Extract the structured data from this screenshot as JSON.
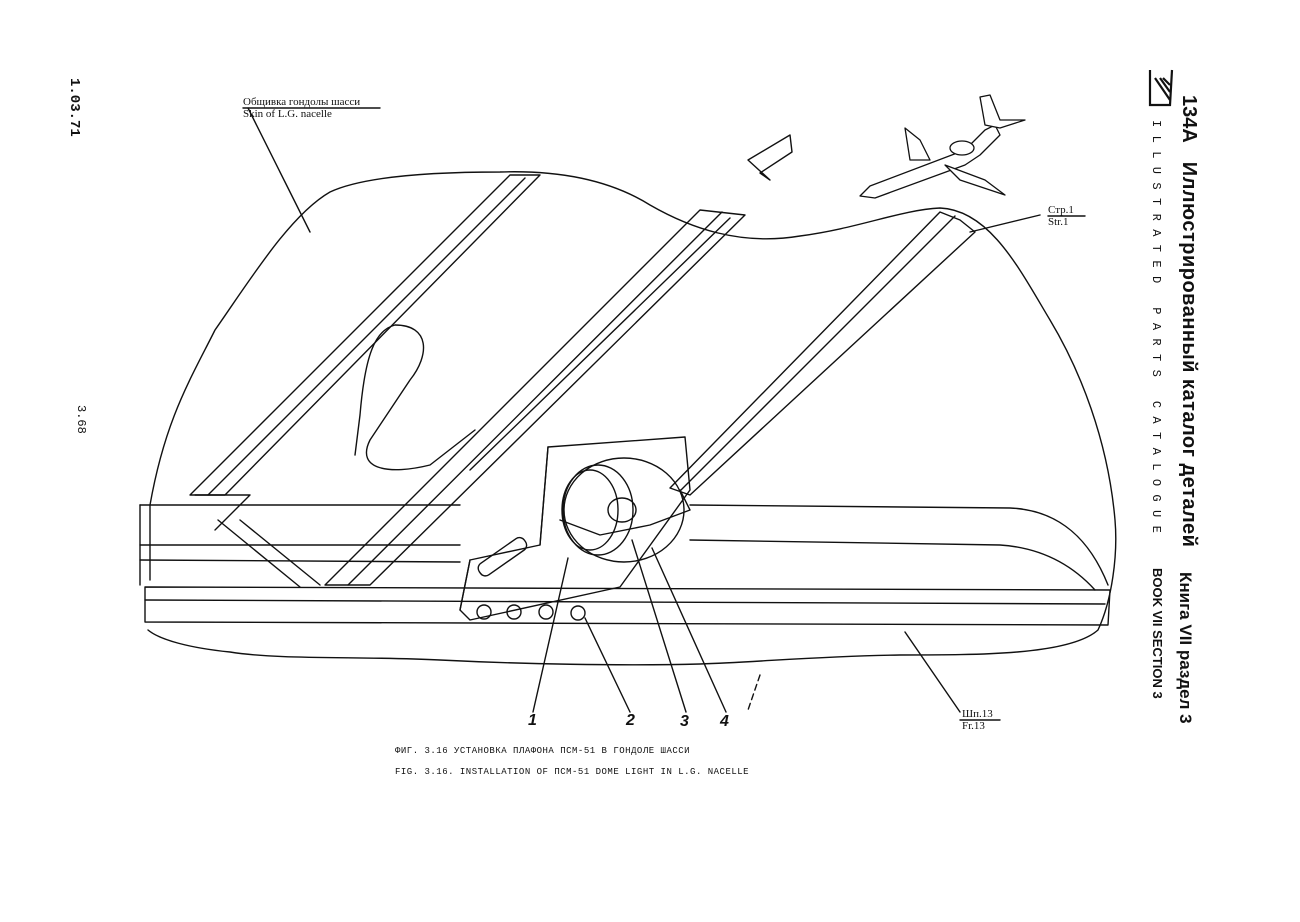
{
  "page": {
    "doc_code": "1.03.71",
    "page_number": "3.68"
  },
  "header": {
    "model": "134A",
    "title_ru": "Иллюстрированный каталог деталей",
    "title_en": "ILLUSTRATED PARTS CATALOGUE",
    "book_ru": "Книга VII раздел 3",
    "book_en": "BOOK VII SECTION 3"
  },
  "callouts": {
    "skin_ru": "Общивка гондолы шасси",
    "skin_en": "Skin of L.G. nacelle",
    "str_ru": "Стр.1",
    "str_en": "Str.1",
    "fr_ru": "Шп.13",
    "fr_en": "Fr.13"
  },
  "item_numbers": [
    "1",
    "2",
    "3",
    "4"
  ],
  "caption": {
    "ru": "ФИГ. 3.16 УСТАНОВКА ПЛАФОНА ПСМ-51 В ГОНДОЛЕ ШАССИ",
    "en": "FIG. 3.16. INSTALLATION OF ПСМ-51 DOME LIGHT IN L.G. NACELLE"
  }
}
